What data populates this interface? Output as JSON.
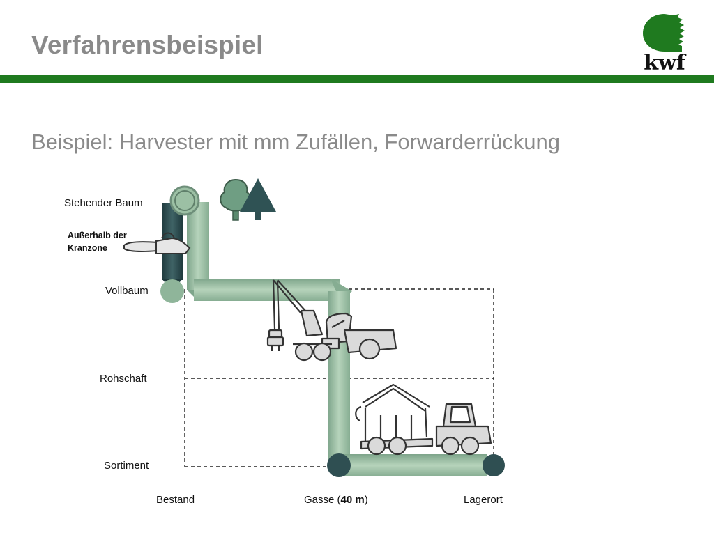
{
  "header": {
    "title": "Verfahrensbeispiel",
    "brand_color": "#1f7a1f",
    "logo_text": "kwf"
  },
  "subtitle": "Beispiel: Harvester mit  mm Zufällen, Forwarderrückung",
  "stages": {
    "stehender_baum": "Stehender  Baum",
    "ausserhalb_line1": "Außerhalb der",
    "ausserhalb_line2": "Kranzone",
    "vollbaum": "Vollbaum",
    "rohschaft": "Rohschaft",
    "sortiment": "Sortiment"
  },
  "locations": {
    "bestand": "Bestand",
    "gasse_prefix": "Gasse (",
    "gasse_distance": "40 m",
    "gasse_suffix": ")",
    "lagerort": "Lagerort"
  },
  "icons": [
    "tree-icons",
    "chainsaw-icon",
    "harvester-icon",
    "forwarder-icon"
  ],
  "colors": {
    "path_light": "#9cc0a4",
    "path_dark": "#2f4f52",
    "machine_fill": "#dadada",
    "machine_stroke": "#333333"
  }
}
